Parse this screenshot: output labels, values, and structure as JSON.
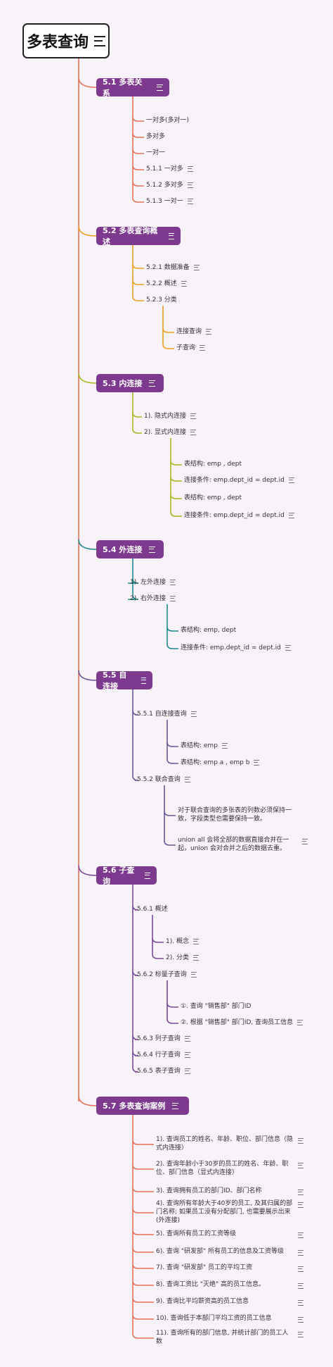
{
  "title": "多表查询",
  "sections": [
    {
      "label": "5.1 多表关系",
      "items": [
        {
          "text": "一对多(多对一)",
          "note": false
        },
        {
          "text": "多对多",
          "note": false
        },
        {
          "text": "一对一",
          "note": false
        },
        {
          "text": "5.1.1 一对多",
          "note": true
        },
        {
          "text": "5.1.2 多对多",
          "note": true
        },
        {
          "text": "5.1.3 一对一",
          "note": true
        }
      ]
    },
    {
      "label": "5.2 多表查询概述",
      "items": [
        {
          "text": "5.2.1 数据准备",
          "note": true
        },
        {
          "text": "5.2.2 概述",
          "note": true
        },
        {
          "text": "5.2.3 分类",
          "note": false,
          "children": [
            {
              "text": "连接查询",
              "note": true
            },
            {
              "text": "子查询",
              "note": true
            }
          ]
        }
      ]
    },
    {
      "label": "5.3 内连接",
      "items": [
        {
          "text": "1). 隐式内连接",
          "note": true
        },
        {
          "text": "2). 显式内连接",
          "note": true,
          "children": [
            {
              "text": "表结构: emp , dept",
              "note": false
            },
            {
              "text": "连接条件: emp.dept_id = dept.id",
              "note": true
            },
            {
              "text": "表结构: emp , dept",
              "note": false
            },
            {
              "text": "连接条件: emp.dept_id = dept.id",
              "note": true
            }
          ]
        }
      ]
    },
    {
      "label": "5.4 外连接",
      "items": [
        {
          "text": "1). 左外连接",
          "note": true
        },
        {
          "text": "2). 右外连接",
          "note": true,
          "children": [
            {
              "text": "表结构: emp, dept",
              "note": false
            },
            {
              "text": "连接条件: emp.dept_id = dept.id",
              "note": true
            }
          ]
        }
      ]
    },
    {
      "label": "5.5 自连接",
      "items": [
        {
          "text": "5.5.1 自连接查询",
          "note": true,
          "children": [
            {
              "text": "表结构: emp",
              "note": true
            },
            {
              "text": "表结构: emp a , emp b",
              "note": true
            }
          ]
        },
        {
          "text": "5.5.2 联合查询",
          "note": true,
          "children": [
            {
              "text": "对于联合查询的多张表的列数必须保持一致，字段类型也需要保持一致。",
              "note": false
            },
            {
              "text": "union all 会将全部的数据直接合并在一起，union 会对合并之后的数据去重。",
              "note": true
            }
          ]
        }
      ]
    },
    {
      "label": "5.6 子查询",
      "items": [
        {
          "text": "5.6.1 概述",
          "note": false,
          "children": [
            {
              "text": "1). 概念",
              "note": true
            },
            {
              "text": "2). 分类",
              "note": true
            }
          ]
        },
        {
          "text": "5.6.2 标量子查询",
          "note": true,
          "children": [
            {
              "text": "①. 查询 \"销售部\" 部门ID",
              "note": false
            },
            {
              "text": "②. 根据 \"销售部\" 部门ID, 查询员工信息",
              "note": true
            }
          ]
        },
        {
          "text": "5.6.3 列子查询",
          "note": true
        },
        {
          "text": "5.6.4 行子查询",
          "note": true
        },
        {
          "text": "5.6.5 表子查询",
          "note": true
        }
      ]
    },
    {
      "label": "5.7 多表查询案例",
      "items": [
        {
          "text": "1). 查询员工的姓名、年龄、职位、部门信息（隐式内连接）",
          "note": true
        },
        {
          "text": "2). 查询年龄小于30岁的员工的姓名、年龄、职位、部门信息（显式内连接）",
          "note": true
        },
        {
          "text": "3). 查询拥有员工的部门ID、部门名称",
          "note": true
        },
        {
          "text": "4). 查询所有年龄大于40岁的员工, 及其归属的部门名称; 如果员工没有分配部门, 也需要展示出来(外连接)",
          "note": true
        },
        {
          "text": "5). 查询所有员工的工资等级",
          "note": true
        },
        {
          "text": "6). 查询 \"研发部\" 所有员工的信息及工资等级",
          "note": true
        },
        {
          "text": "7). 查询 \"研发部\" 员工的平均工资",
          "note": true
        },
        {
          "text": "8). 查询工资比 \"灭绝\" 高的员工信息。",
          "note": true
        },
        {
          "text": "9). 查询比平均薪资高的员工信息",
          "note": true
        },
        {
          "text": "10). 查询低于本部门平均工资的员工信息",
          "note": true
        },
        {
          "text": "11). 查询所有的部门信息, 并统计部门的员工人数",
          "note": true
        }
      ]
    }
  ],
  "colors": {
    "background": "#f8f2f9",
    "main_branch": "#e8735a",
    "section_box": "#7e3a8f",
    "branches": [
      "#e8735a",
      "#f0a020",
      "#a8b820",
      "#208890",
      "#6a5898",
      "#7a4a98",
      "#e8735a"
    ]
  }
}
